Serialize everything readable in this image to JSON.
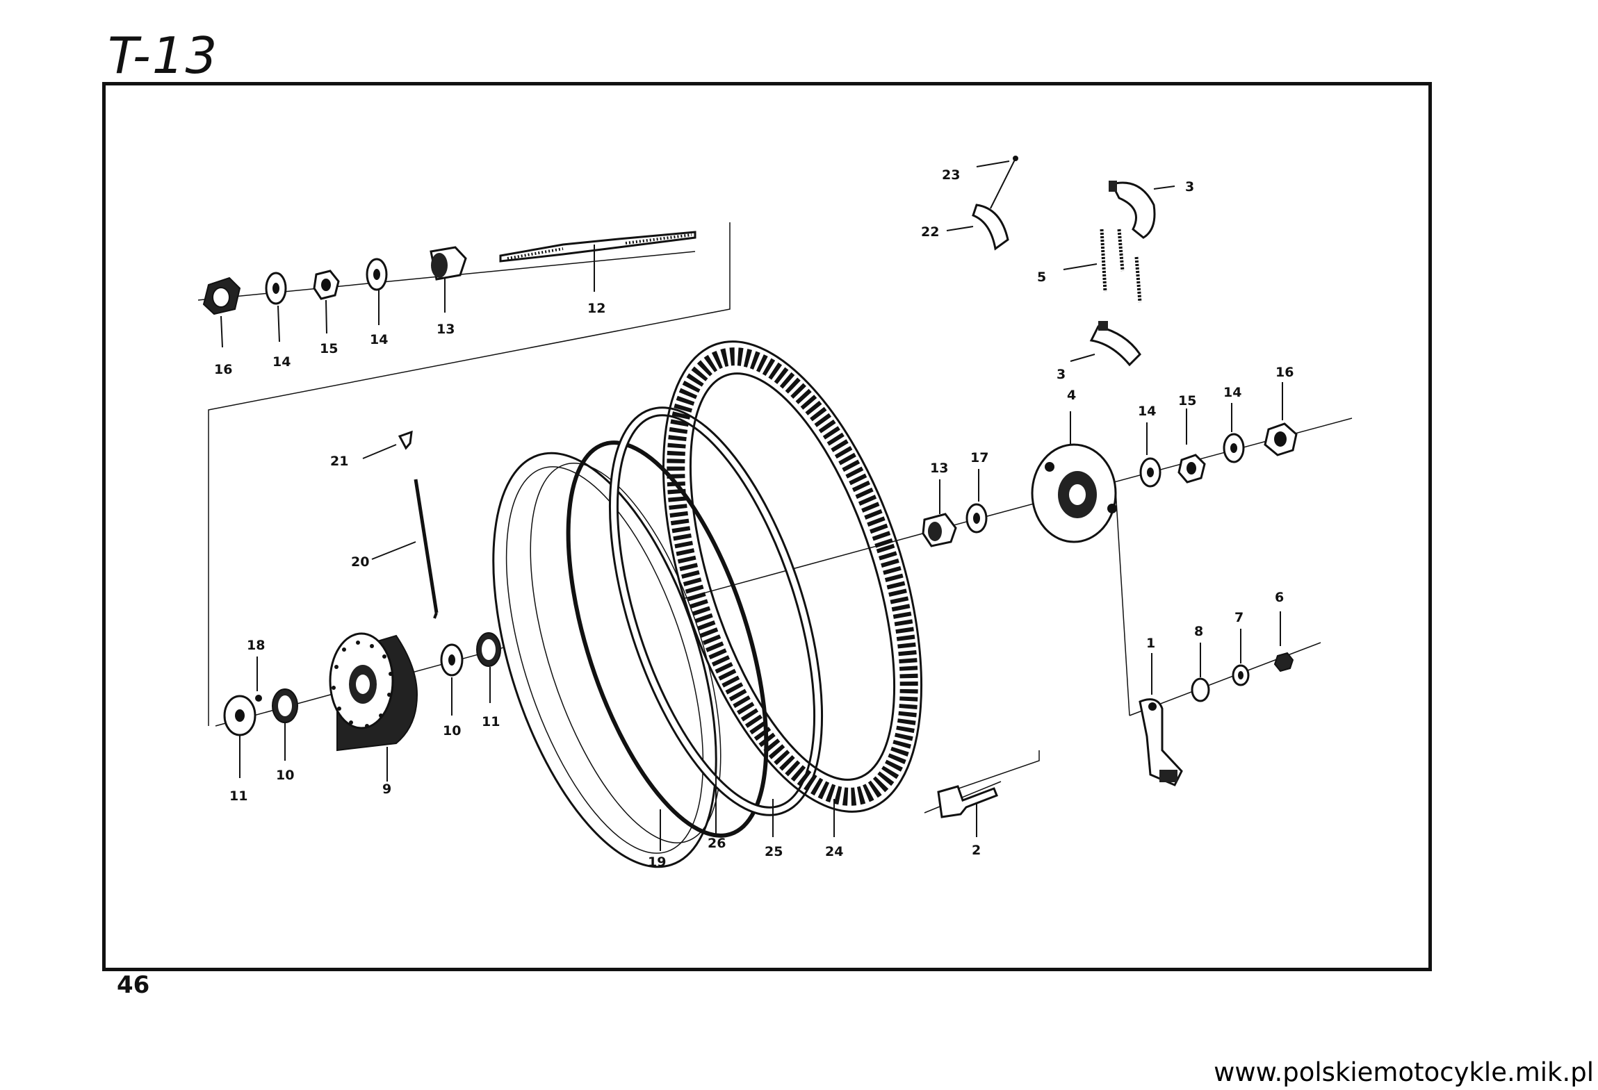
{
  "page": {
    "title": "T-13",
    "page_number": "46",
    "website": "www.polskiemotocykle.mik.pl"
  },
  "callouts": [
    {
      "id": "c16a",
      "text": "16"
    },
    {
      "id": "c14a",
      "text": "14"
    },
    {
      "id": "c15a",
      "text": "15"
    },
    {
      "id": "c14b",
      "text": "14"
    },
    {
      "id": "c13a",
      "text": "13"
    },
    {
      "id": "c12",
      "text": "12"
    },
    {
      "id": "c23",
      "text": "23"
    },
    {
      "id": "c22",
      "text": "22"
    },
    {
      "id": "c3a",
      "text": "3"
    },
    {
      "id": "c5",
      "text": "5"
    },
    {
      "id": "c3b",
      "text": "3"
    },
    {
      "id": "c4",
      "text": "4"
    },
    {
      "id": "c14c",
      "text": "14"
    },
    {
      "id": "c15b",
      "text": "15"
    },
    {
      "id": "c14d",
      "text": "14"
    },
    {
      "id": "c16b",
      "text": "16"
    },
    {
      "id": "c13b",
      "text": "13"
    },
    {
      "id": "c17",
      "text": "17"
    },
    {
      "id": "c21",
      "text": "21"
    },
    {
      "id": "c20",
      "text": "20"
    },
    {
      "id": "c18",
      "text": "18"
    },
    {
      "id": "c10a",
      "text": "10"
    },
    {
      "id": "c11a",
      "text": "11"
    },
    {
      "id": "c11b",
      "text": "11"
    },
    {
      "id": "c10b",
      "text": "10"
    },
    {
      "id": "c9",
      "text": "9"
    },
    {
      "id": "c19",
      "text": "19"
    },
    {
      "id": "c26",
      "text": "26"
    },
    {
      "id": "c25",
      "text": "25"
    },
    {
      "id": "c24",
      "text": "24"
    },
    {
      "id": "c2",
      "text": "2"
    },
    {
      "id": "c1",
      "text": "1"
    },
    {
      "id": "c8",
      "text": "8"
    },
    {
      "id": "c7",
      "text": "7"
    },
    {
      "id": "c6",
      "text": "6"
    }
  ]
}
